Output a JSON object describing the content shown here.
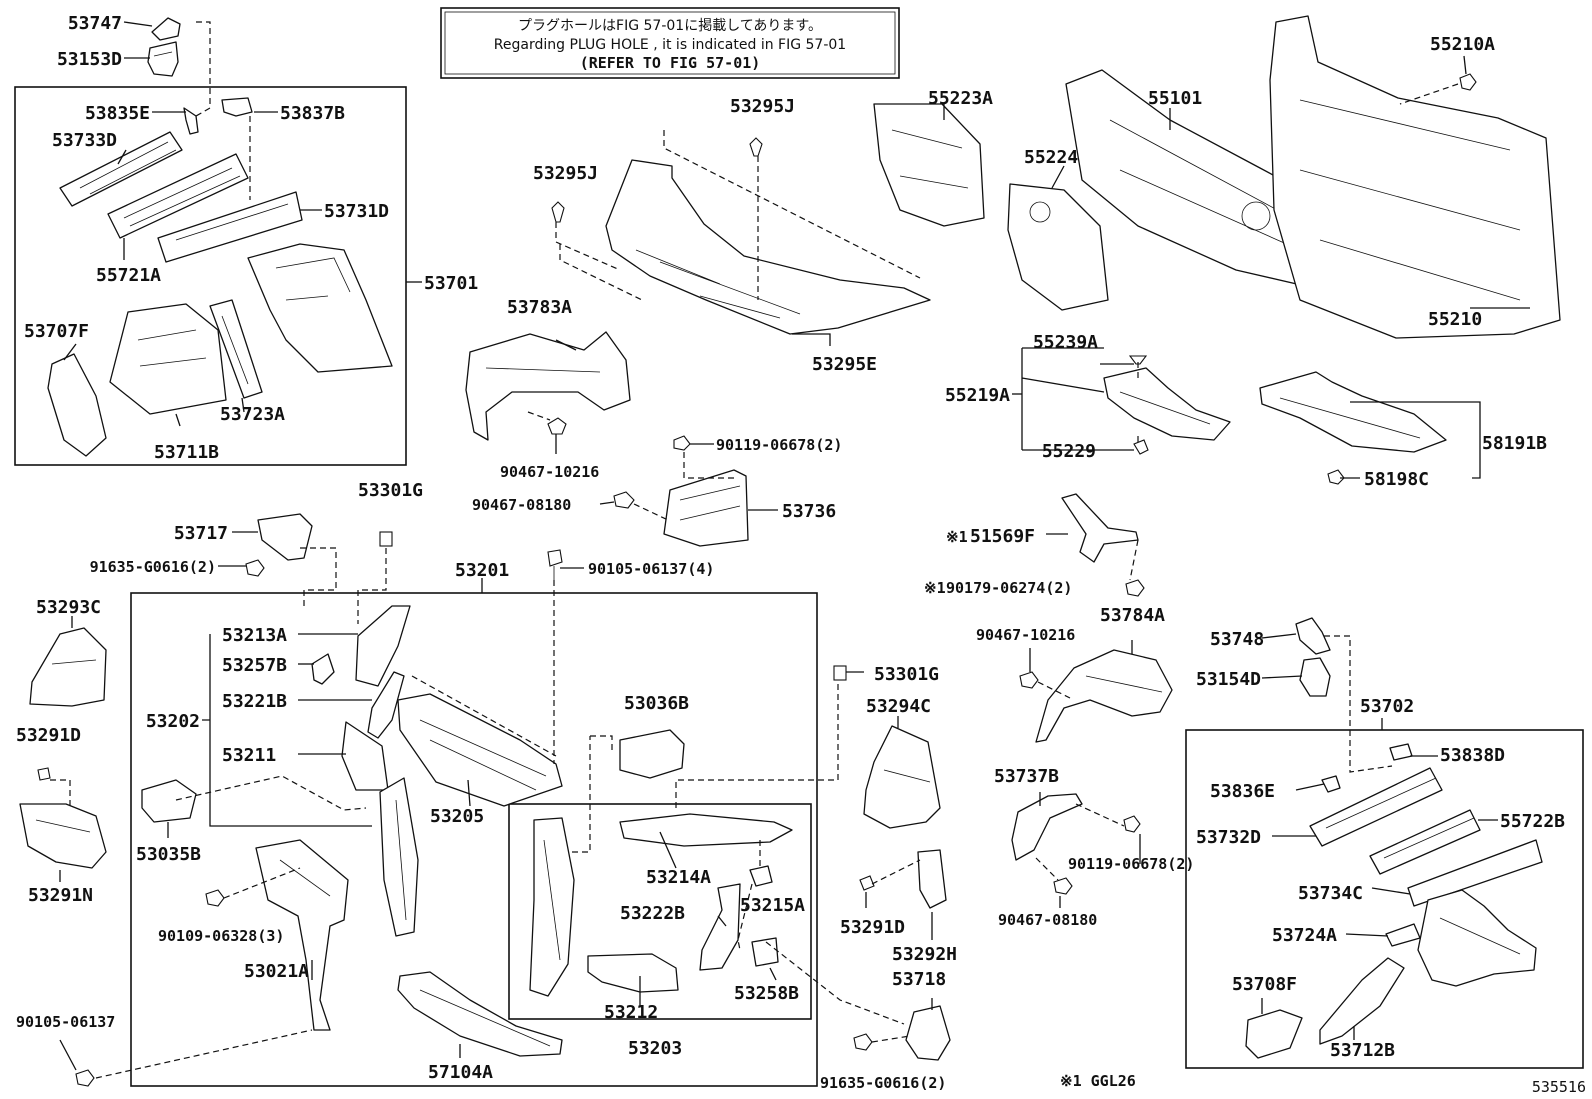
{
  "note": {
    "line1": "プラグホールはFIG 57-01に掲載してあります。",
    "line2": "Regarding  PLUG  HOLE , it is indicated in FIG  57-01",
    "line3": "(REFER TO FIG 57-01)"
  },
  "labels": {
    "p53747": "53747",
    "p53153D": "53153D",
    "p53835E": "53835E",
    "p53837B": "53837B",
    "p53733D": "53733D",
    "p53731D": "53731D",
    "p55721A": "55721A",
    "p53701": "53701",
    "p53707F": "53707F",
    "p53723A": "53723A",
    "p53711B": "53711B",
    "p53295J_a": "53295J",
    "p53295J_b": "53295J",
    "p53295E": "53295E",
    "p53783A": "53783A",
    "p90467_10216_a": "90467-10216",
    "p90119_06678_a": "90119-06678(2)",
    "p90467_08180_a": "90467-08180",
    "p53736": "53736",
    "p55223A": "55223A",
    "p55224": "55224",
    "p55101": "55101",
    "p55210A": "55210A",
    "p55210": "55210",
    "p55239A": "55239A",
    "p55219A": "55219A",
    "p55229": "55229",
    "p58191B": "58191B",
    "p58198C": "58198C",
    "p53301G_a": "53301G",
    "p53717": "53717",
    "p91635_G0616_a": "91635-G0616(2)",
    "p53201": "53201",
    "p90105_06137_4": "90105-06137(4)",
    "p53293C": "53293C",
    "p53291D_a": "53291D",
    "p53291N": "53291N",
    "p53213A": "53213A",
    "p53257B": "53257B",
    "p53221B": "53221B",
    "p53202": "53202",
    "p53211": "53211",
    "p53035B": "53035B",
    "p53205": "53205",
    "p53036B": "53036B",
    "p53214A": "53214A",
    "p53215A": "53215A",
    "p53222B": "53222B",
    "p53212": "53212",
    "p53258B": "53258B",
    "p53203": "53203",
    "p90109_06328": "90109-06328(3)",
    "p53021A": "53021A",
    "p90105_06137": "90105-06137",
    "p57104A": "57104A",
    "p53301G_b": "53301G",
    "p53294C": "53294C",
    "p53291D_b": "53291D",
    "p53292H": "53292H",
    "p53718": "53718",
    "p91635_G0616_b": "91635-G0616(2)",
    "p51569F": "51569F",
    "p90179_06274": "90179-06274(2)",
    "mark1": "※1",
    "mark2": "※1",
    "p90467_10216_b": "90467-10216",
    "p53784A": "53784A",
    "p53737B": "53737B",
    "p90119_06678_b": "90119-06678(2)",
    "p90467_08180_b": "90467-08180",
    "p53748": "53748",
    "p53154D": "53154D",
    "p53702": "53702",
    "p53838D": "53838D",
    "p53836E": "53836E",
    "p53732D": "53732D",
    "p55722B": "55722B",
    "p53734C": "53734C",
    "p53724A": "53724A",
    "p53708F": "53708F",
    "p53712B": "53712B",
    "footnote": "※1 GGL26",
    "figure_id": "535516"
  }
}
